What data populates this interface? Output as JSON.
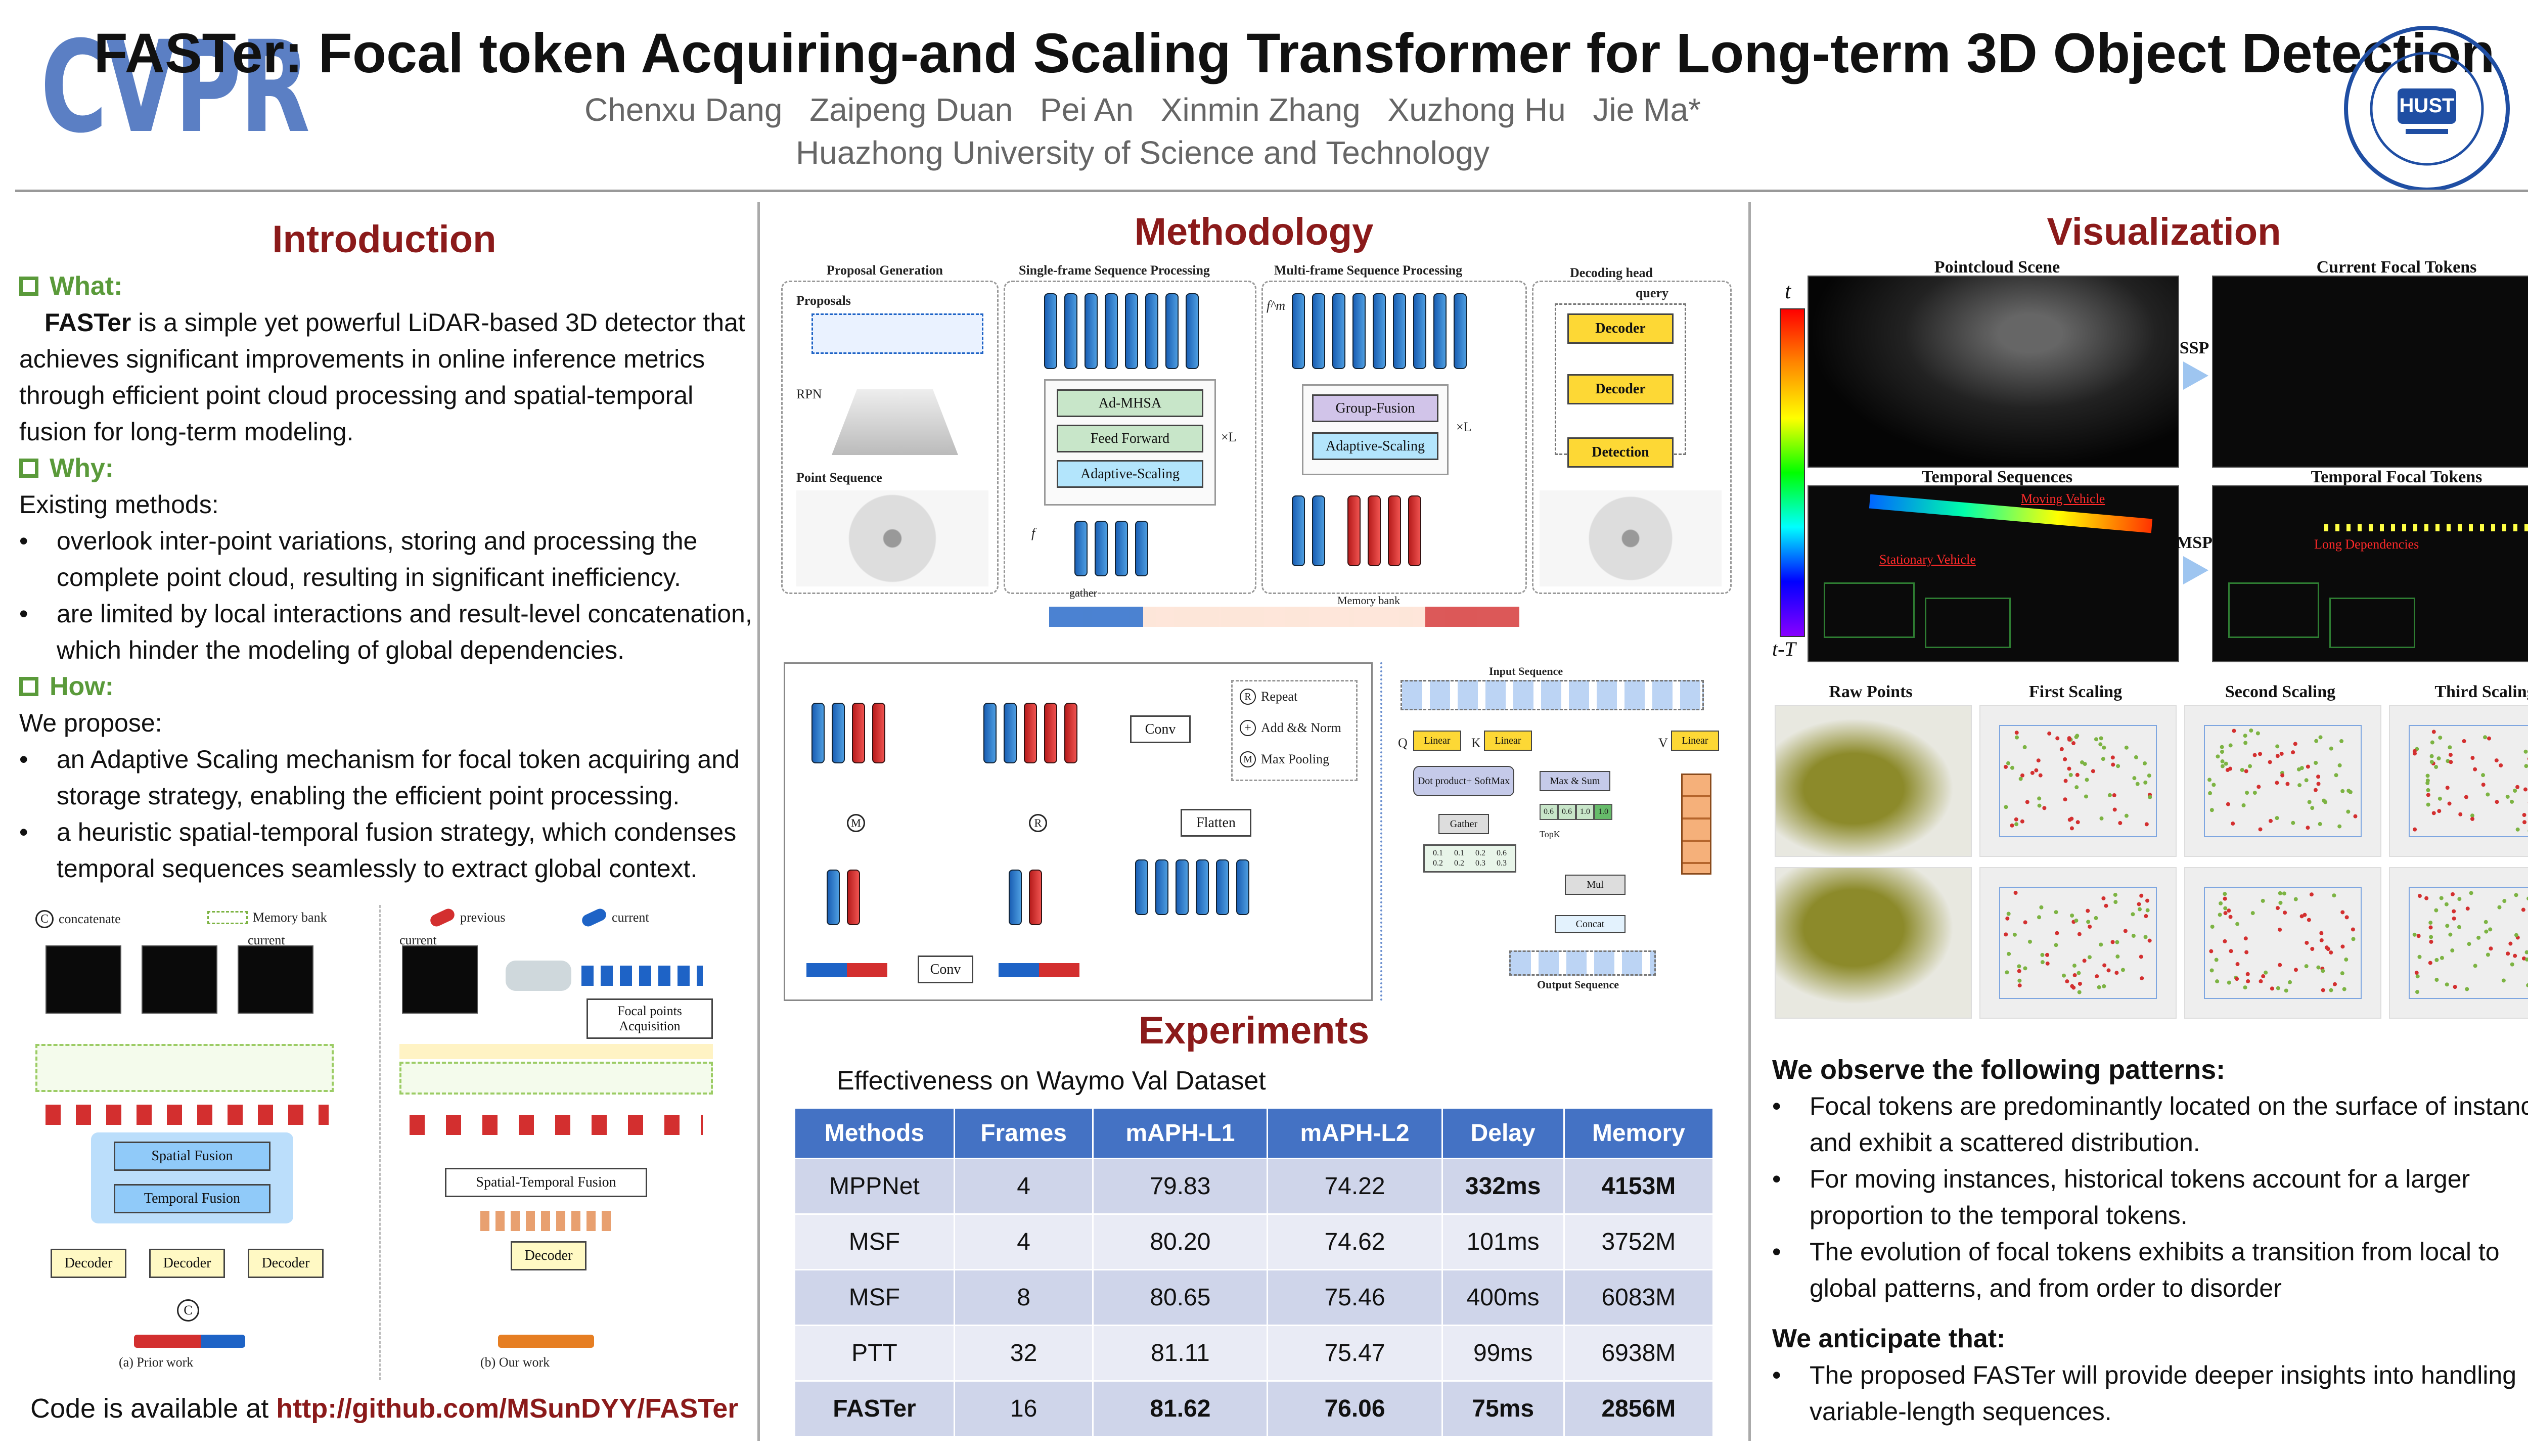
{
  "header": {
    "logo": "CVPR",
    "title": "FASTer: Focal token Acquiring-and Scaling Transformer for Long-term 3D Object Detection",
    "authors": [
      "Chenxu Dang",
      "Zaipeng Duan",
      "Pei An",
      "Xinmin Zhang",
      "Xuzhong Hu",
      "Jie Ma*"
    ],
    "affiliation": "Huazhong University of Science and Technology"
  },
  "intro": {
    "title": "Introduction",
    "what_h": "What:",
    "what_bold": "FASTer",
    "what_text": " is a simple yet powerful LiDAR-based 3D detector that achieves significant improvements in online inference metrics through efficient point cloud processing and spatial-temporal fusion for long-term modeling.",
    "why_h": "Why:",
    "why_lead": "Existing methods:",
    "why_items": [
      "overlook inter-point variations, storing and processing the complete point cloud, resulting in significant inefficiency.",
      "are limited by local interactions and result-level concatenation, which hinder the modeling of global dependencies."
    ],
    "how_h": "How:",
    "how_lead": "We propose:",
    "how_items": [
      "an Adaptive Scaling mechanism for focal token acquiring and storage strategy, enabling the efficient point processing.",
      "a heuristic spatial-temporal fusion strategy, which condenses temporal sequences seamlessly to extract global context."
    ],
    "code_prefix": "Code is available at ",
    "code_link": "http://github.com/MSunDYY/FASTer"
  },
  "fig1": {
    "concat": "concatenate",
    "memory": "Memory bank",
    "current": "current",
    "previous": "previous",
    "current2": "current",
    "current3": "current",
    "focal": "Focal points Acquisition",
    "spatial": "Spatial Fusion",
    "temporal": "Temporal Fusion",
    "decoder": "Decoder",
    "st_fusion": "Spatial-Temporal Fusion",
    "cap_a": "(a)  Prior work",
    "cap_b": "(b)  Our work",
    "c": "C"
  },
  "method": {
    "title": "Methodology",
    "proposal": "Proposal Generation",
    "single": "Single-frame Sequence Processing",
    "multi": "Multi-frame Sequence Processing",
    "decoding": "Decoding head",
    "proposals": "Proposals",
    "rpn": "RPN",
    "point_seq": "Point Sequence",
    "ad_mhsa": "Ad-MHSA",
    "ff": "Feed Forward",
    "as": "Adaptive-Scaling",
    "gf": "Group-Fusion",
    "as2": "Adaptive-Scaling",
    "xl": "×L",
    "xl2": "×L",
    "decoder": "Decoder",
    "decoder2": "Decoder",
    "detection": "Detection",
    "query": "query",
    "memory_bank": "Memory bank",
    "gather": "gather",
    "f": "f",
    "fm": "f^m",
    "conv": "Conv",
    "conv2": "Conv",
    "flatten": "Flatten",
    "repeat": "Repeat",
    "addnorm": "Add && Norm",
    "maxpool": "Max Pooling",
    "input_seq": "Input Sequence",
    "output_seq": "Output Sequence",
    "linear": "Linear",
    "dot": "Dot product+ SoftMax",
    "maxsum": "Max & Sum",
    "gather2": "Gather",
    "topk": "TopK",
    "concat": "Concat",
    "mul": "Mul",
    "r": "R",
    "m": "M",
    "q": "Q",
    "k": "K",
    "v": "V",
    "scores": [
      "0.6",
      "0.6",
      "1.0",
      "1.0"
    ],
    "grid": [
      "0.1",
      "0.1",
      "0.2",
      "0.6",
      "0.2",
      "0.2",
      "0.3",
      "0.3"
    ]
  },
  "exp": {
    "title": "Experiments",
    "subtitle": "Effectiveness on Waymo Val Dataset",
    "headers": [
      "Methods",
      "Frames",
      "mAPH-L1",
      "mAPH-L2",
      "Delay",
      "Memory"
    ],
    "rows": [
      [
        "MPPNet",
        "4",
        "79.83",
        "74.22",
        "332ms",
        "4153M"
      ],
      [
        "MSF",
        "4",
        "80.20",
        "74.62",
        "101ms",
        "3752M"
      ],
      [
        "MSF",
        "8",
        "80.65",
        "75.46",
        "400ms",
        "6083M"
      ],
      [
        "PTT",
        "32",
        "81.11",
        "75.47",
        "99ms",
        "6938M"
      ],
      [
        "FASTer",
        "16",
        "81.62",
        "76.06",
        "75ms",
        "2856M"
      ]
    ]
  },
  "viz": {
    "title": "Visualization",
    "pc_scene": "Pointcloud Scene",
    "cur_focal": "Current Focal Tokens",
    "temp_seq": "Temporal Sequences",
    "temp_focal": "Temporal Focal Tokens",
    "ssp": "SSP",
    "msp": "MSP",
    "t": "t",
    "tT": "t-T",
    "moving": "Moving Vehicle",
    "stationary": "Stationary Vehicle",
    "long_dep": "Long Dependencies",
    "raw": "Raw Points",
    "first": "First Scaling",
    "second": "Second Scaling",
    "third": "Third Scaling",
    "obs_h": "We observe the following patterns:",
    "obs_items": [
      "Focal tokens are predominantly located on the surface of instances and exhibit a scattered distribution.",
      "For moving instances, historical tokens account for a larger proportion to the temporal tokens.",
      "The evolution of focal tokens exhibits a transition from local to global patterns, and from order to disorder"
    ],
    "ant_h": "We anticipate that:",
    "ant_items": [
      "The proposed FASTer will provide deeper insights into handling variable-length sequences."
    ]
  },
  "colors": {
    "accent": "#8b1a1a",
    "green": "#5a9a3a",
    "table_header": "#4472c4",
    "cvpr": "#5b7fc4"
  }
}
